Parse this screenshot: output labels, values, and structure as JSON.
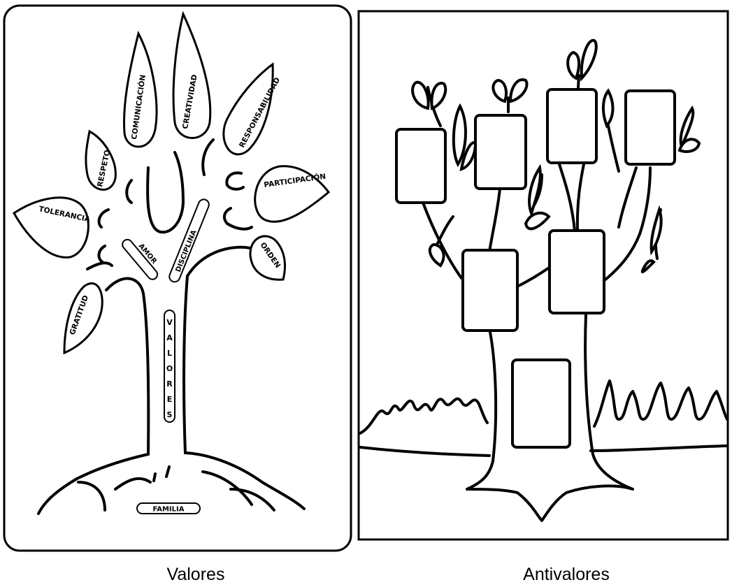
{
  "left_panel": {
    "caption": "Valores",
    "leaves": {
      "comunicacion": "COMUNICACIÓN",
      "creatividad": "CREATIVIDAD",
      "responsabilidad": "RESPONSABILIDAD",
      "respeto": "RESPETO",
      "participacion": "PARTICIPACIÓN",
      "tolerancia": "TOLERANCIA",
      "orden": "ORDEN",
      "gratitud": "GRATITUD"
    },
    "branches": {
      "amor": "AMOR",
      "disciplina": "DISCIPLINA"
    },
    "trunk_letters": [
      "V",
      "A",
      "L",
      "O",
      "R",
      "E",
      "S"
    ],
    "root_label": "FAMILIA"
  },
  "right_panel": {
    "caption": "Antivalores"
  }
}
